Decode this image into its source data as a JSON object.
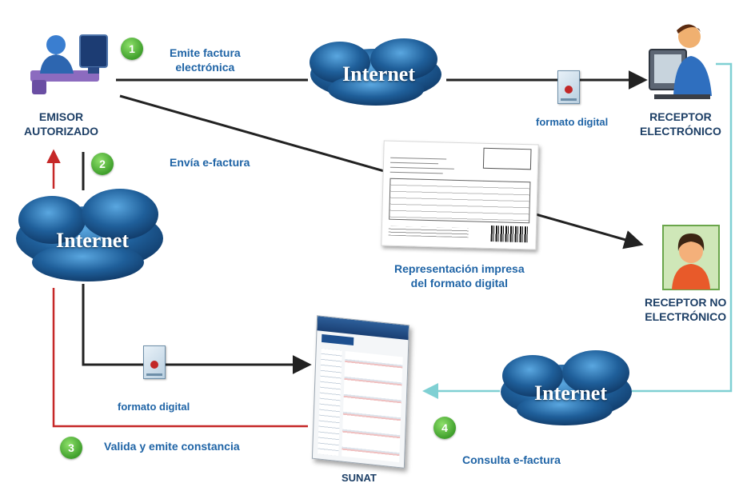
{
  "actors": {
    "emisor": "EMISOR\nAUTORIZADO",
    "receptor_electronico": "RECEPTOR\nELECTRÓNICO",
    "receptor_no_electronico": "RECEPTOR NO\nELECTRÓNICO",
    "sunat": "SUNAT"
  },
  "clouds": {
    "top": "Internet",
    "left": "Internet",
    "bottom_right": "Internet"
  },
  "flow_labels": {
    "emite_factura": "Emite factura\nelectrónica",
    "envia_efactura": "Envía e-factura",
    "formato_digital_top": "formato digital",
    "representacion": "Representación impresa\ndel formato digital",
    "formato_digital_bottom": "formato digital",
    "valida": "Valida y emite constancia",
    "consulta": "Consulta e-factura"
  },
  "steps": [
    "1",
    "2",
    "3",
    "4"
  ],
  "icons": [
    "person-at-computer-icon",
    "receiver-computer-icon",
    "receiver-person-icon",
    "document-icon"
  ],
  "colors": {
    "label_blue": "#1f64a6",
    "cloud_blue": "#1f5f9a",
    "badge_green": "#4caf32",
    "return_red": "#c62828",
    "consult_teal": "#7fd0d3",
    "arrow_dark": "#222222"
  }
}
